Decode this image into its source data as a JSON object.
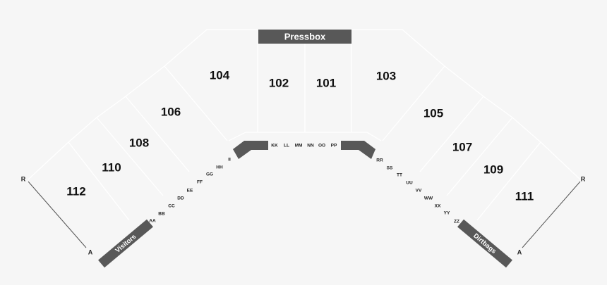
{
  "pressbox": {
    "label": "Pressbox"
  },
  "dugouts": {
    "visitors": "Visitors",
    "home": "Dirtbags"
  },
  "sections": {
    "s101": "101",
    "s102": "102",
    "s103": "103",
    "s104": "104",
    "s105": "105",
    "s106": "106",
    "s107": "107",
    "s108": "108",
    "s109": "109",
    "s110": "110",
    "s111": "111",
    "s112": "112"
  },
  "rows": {
    "aa": "AA",
    "bb": "BB",
    "cc": "CC",
    "dd": "DD",
    "ee": "EE",
    "ff": "FF",
    "gg": "GG",
    "hh": "HH",
    "ii": "II",
    "kk": "KK",
    "ll": "LL",
    "mm": "MM",
    "nn": "NN",
    "oo": "OO",
    "pp": "PP",
    "rr": "RR",
    "ss": "SS",
    "tt": "TT",
    "uu": "UU",
    "vv": "VV",
    "ww": "WW",
    "xx": "XX",
    "yy": "YY",
    "zz": "ZZ"
  },
  "row_ends": {
    "left_top": "R",
    "left_bottom": "A",
    "right_top": "R",
    "right_bottom": "A"
  },
  "colors": {
    "background": "#f6f6f6",
    "section_lines": "#ffffff",
    "dark_fill": "#585858",
    "text": "#111111"
  }
}
